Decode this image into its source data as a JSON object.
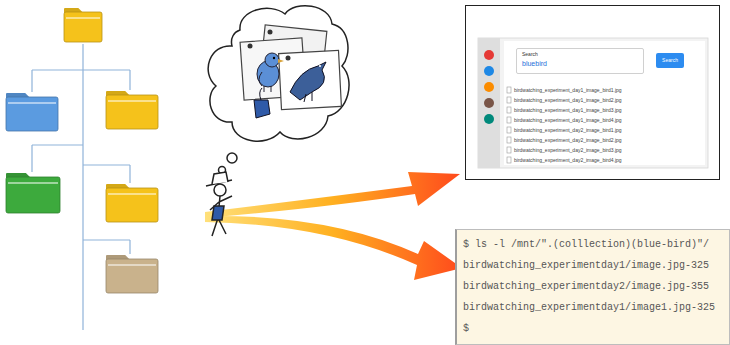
{
  "diagram": {
    "nodes": [
      {
        "text": [
          "birdwatching_experiment_day1_image_bird1.jpg",
          "birdwatching_experiment_day1_image_bird2.jpg",
          "birdwatching_experiment_day1_image_bird3.jpg",
          "birdwatching_experiment_day1_image_bird4.jpg",
          "birdwatching_experiment_day2_image_bird1.jpg",
          "birdwatching_experiment_day2_image_bird2.jpg",
          "birdwatching_experiment_day2_image_bird3.jpg",
          "birdwatching_experiment_day2_image_bird4.jpg"
        ]
      },
      {
        "text": [
          "Search",
          "bluebird"
        ],
        "in": 0
      },
      {
        "text": [
          "Search"
        ],
        "in": 0
      },
      {
        "text": [
          "$ ls -l /mnt/\".(colllection)(blue-bird)\"/",
          "birdwatching_experimentday1/image.jpg-325",
          "birdwatching_experimentday2/image.jpg-355",
          "birdwatching_experimentday1/image1.jpg-325",
          "$"
        ]
      }
    ]
  }
}
